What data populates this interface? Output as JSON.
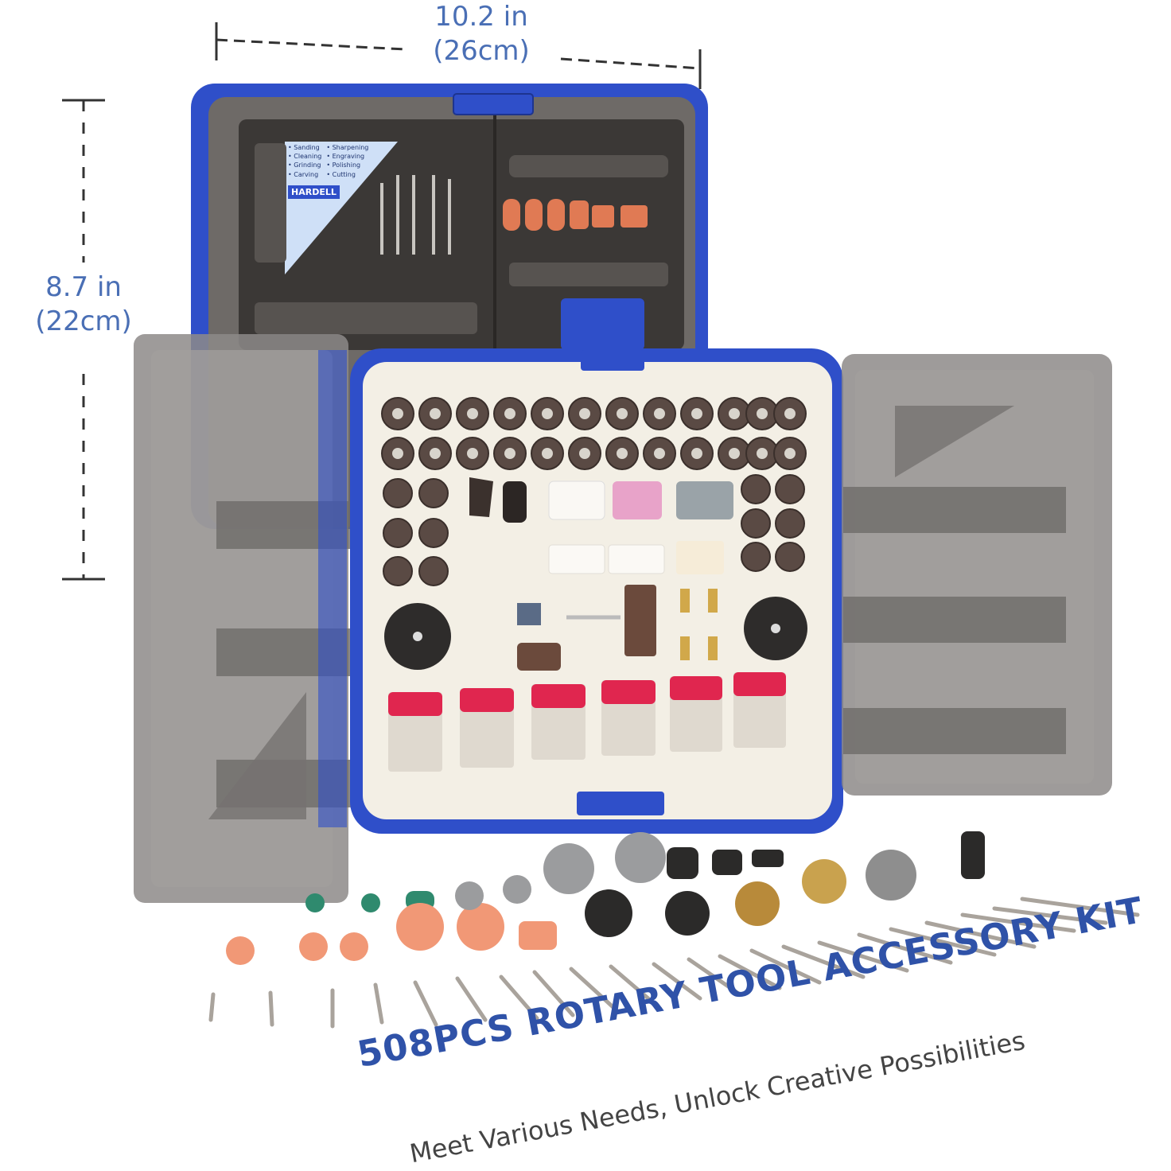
{
  "dimensions": {
    "width_in": "10.2 in",
    "width_cm": "(26cm)",
    "height_in": "8.7 in",
    "height_cm": "(22cm)"
  },
  "product_label": {
    "brand": "HARDELL",
    "uses_left": [
      "• Sanding",
      "• Cleaning",
      "• Grinding",
      "• Carving"
    ],
    "uses_right": [
      "• Sharpening",
      "• Engraving",
      "• Polishing",
      "• Cutting"
    ]
  },
  "headline": "508PCS ROTARY TOOL ACCESSORY KIT",
  "subline": "Meet Various Needs, Unlock Creative Possibilities",
  "colors": {
    "case_blue": "#2f4fc9",
    "tray_cream": "#f3efe5",
    "lid_smoke": "#8d8a88",
    "cap_red": "#e0264f",
    "headline_blue": "#2f52a8",
    "dimension_blue": "#4a6fb5"
  }
}
